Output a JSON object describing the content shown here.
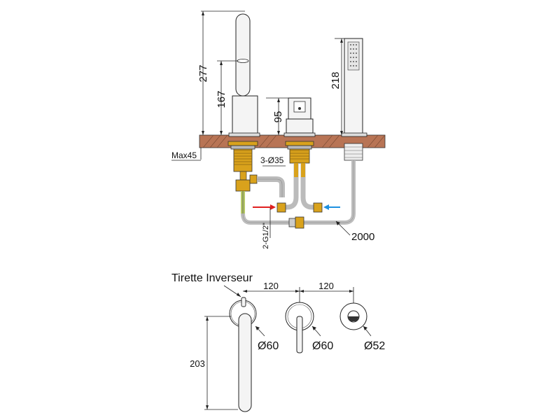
{
  "dimensions": {
    "spout_total_height": "277",
    "spout_body_height": "167",
    "mixer_height": "95",
    "handshower_height": "218",
    "max_deck_thickness": "Max45",
    "holes": "3-Ø35",
    "hose_length": "2000",
    "inlets": "2-G1/2\"",
    "spacing_left": "120",
    "spacing_right": "120",
    "spout_diameter": "Ø60",
    "mixer_diameter": "Ø60",
    "handshower_diameter": "Ø52",
    "spout_reach": "203"
  },
  "labels": {
    "diverter": "Tirette Inverseur"
  },
  "colors": {
    "deck": "#b87455",
    "brass": "#d9a21c",
    "hot": "#e02020",
    "cold": "#1e90e0",
    "hose_green": "#b6c86a",
    "steel": "#c9c9c9"
  }
}
